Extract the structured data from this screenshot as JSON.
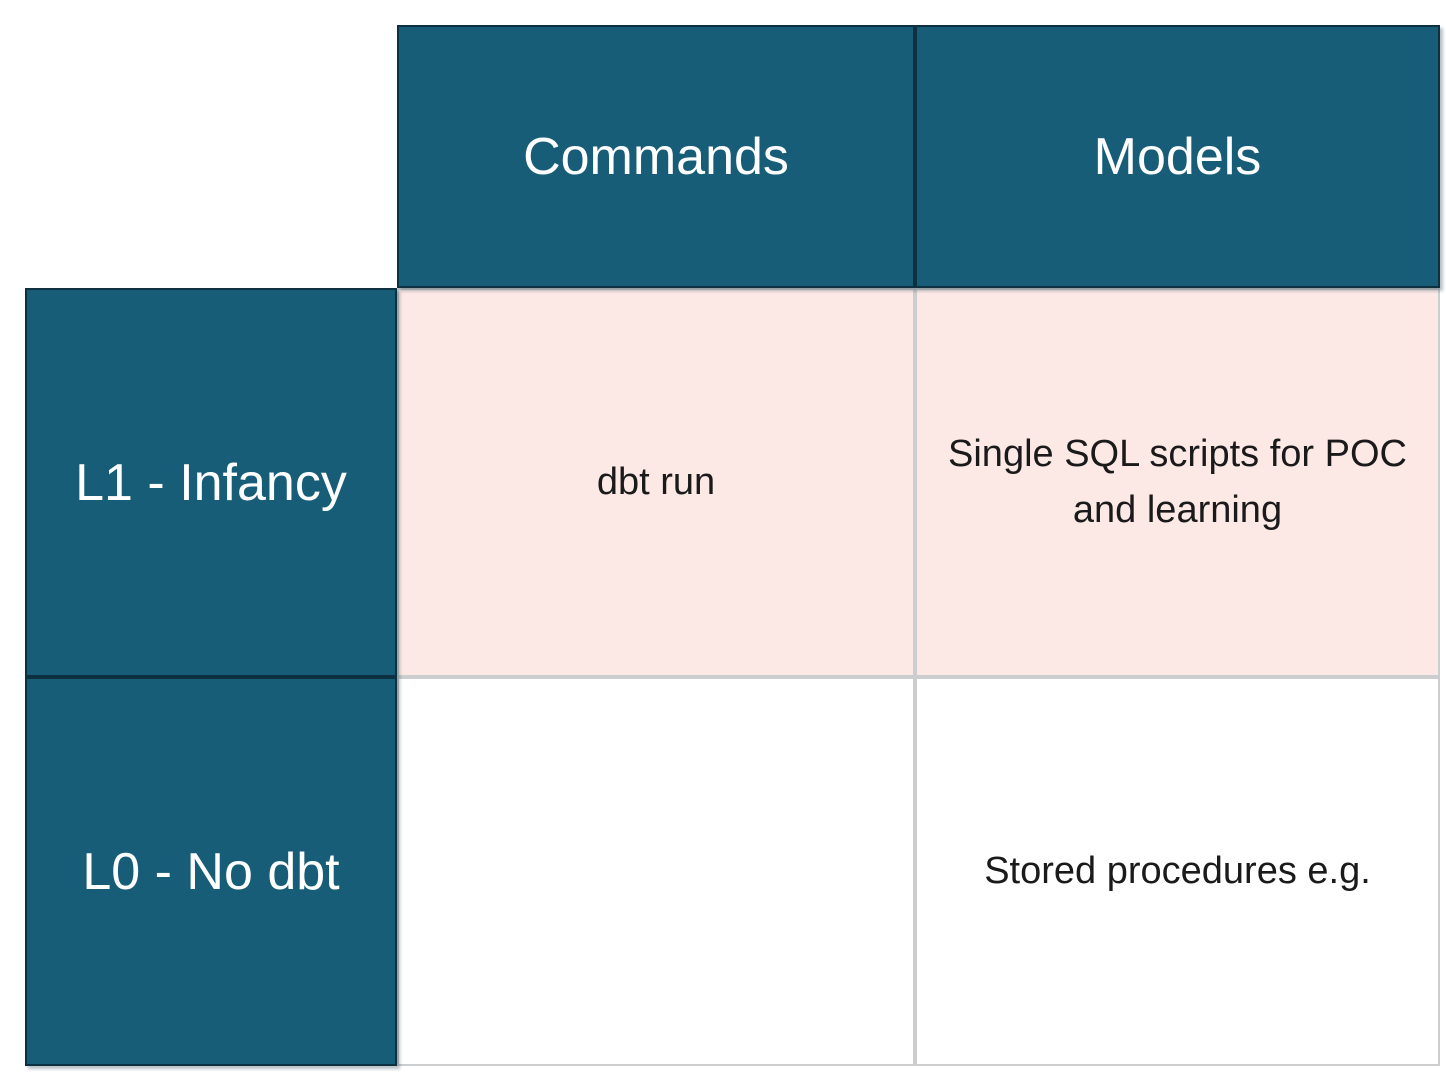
{
  "slide": {
    "matrix": {
      "corner_label": "",
      "column_headers": [
        "Commands",
        "Models"
      ],
      "rows": [
        {
          "label": "L1 - Infancy",
          "commands": "dbt run",
          "models": "Single SQL scripts for POC and learning",
          "highlighted": true
        },
        {
          "label": "L0 - No dbt",
          "commands": "",
          "models": "Stored procedures e.g.",
          "highlighted": false
        }
      ]
    },
    "colors": {
      "header_bg": "#185d77",
      "header_border": "#0d3140",
      "header_text": "#ffffff",
      "highlight_row_bg": "#fce9e6",
      "light_cell_bg": "#ffffff",
      "light_border": "#cbcdcf",
      "body_text": "#1a1a1a"
    }
  },
  "chart_data": {
    "type": "table",
    "columns": [
      "",
      "Commands",
      "Models"
    ],
    "rows": [
      [
        "L1 - Infancy",
        "dbt run",
        "Single SQL scripts for POC and learning"
      ],
      [
        "L0 - No dbt",
        "",
        "Stored procedures e.g."
      ]
    ],
    "title": "",
    "layout_hints": {
      "header_row_style": "dark-teal, white text",
      "row_label_column_style": "dark-teal, white text",
      "highlighted_rows": [
        "L1 - Infancy"
      ],
      "highlight_color": "#fce9e6",
      "corner_cell": "empty/unfilled"
    }
  }
}
